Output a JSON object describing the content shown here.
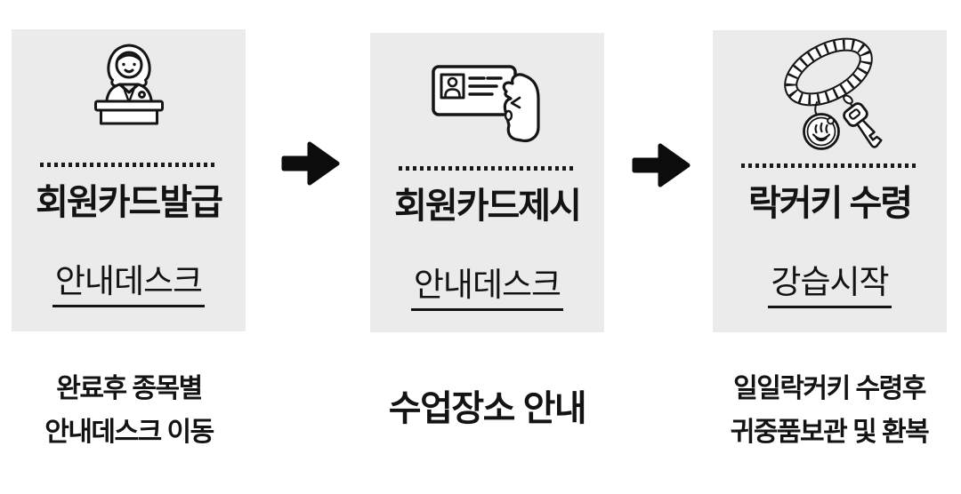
{
  "colors": {
    "card_bg": "#ebebeb",
    "ink": "#131313",
    "arrow": "#0c0c0c",
    "line": "#1a1a1a"
  },
  "steps": [
    {
      "title": "회원카드발급",
      "location": "안내데스크",
      "icon": "receptionist-desk-icon",
      "caption_lines": [
        "완료후 종목별",
        "안내데스크 이동"
      ]
    },
    {
      "title": "회원카드제시",
      "location": "안내데스크",
      "icon": "id-card-hand-icon",
      "caption_lines": [
        "수업장소 안내"
      ]
    },
    {
      "title": "락커키 수령",
      "location": "강습시작",
      "icon": "locker-key-wristband-icon",
      "caption_lines": [
        "일일락커키 수령후",
        "귀중품보관 및 환복"
      ]
    }
  ],
  "arrows": [
    {
      "icon": "right-arrow-icon"
    },
    {
      "icon": "right-arrow-icon"
    }
  ]
}
